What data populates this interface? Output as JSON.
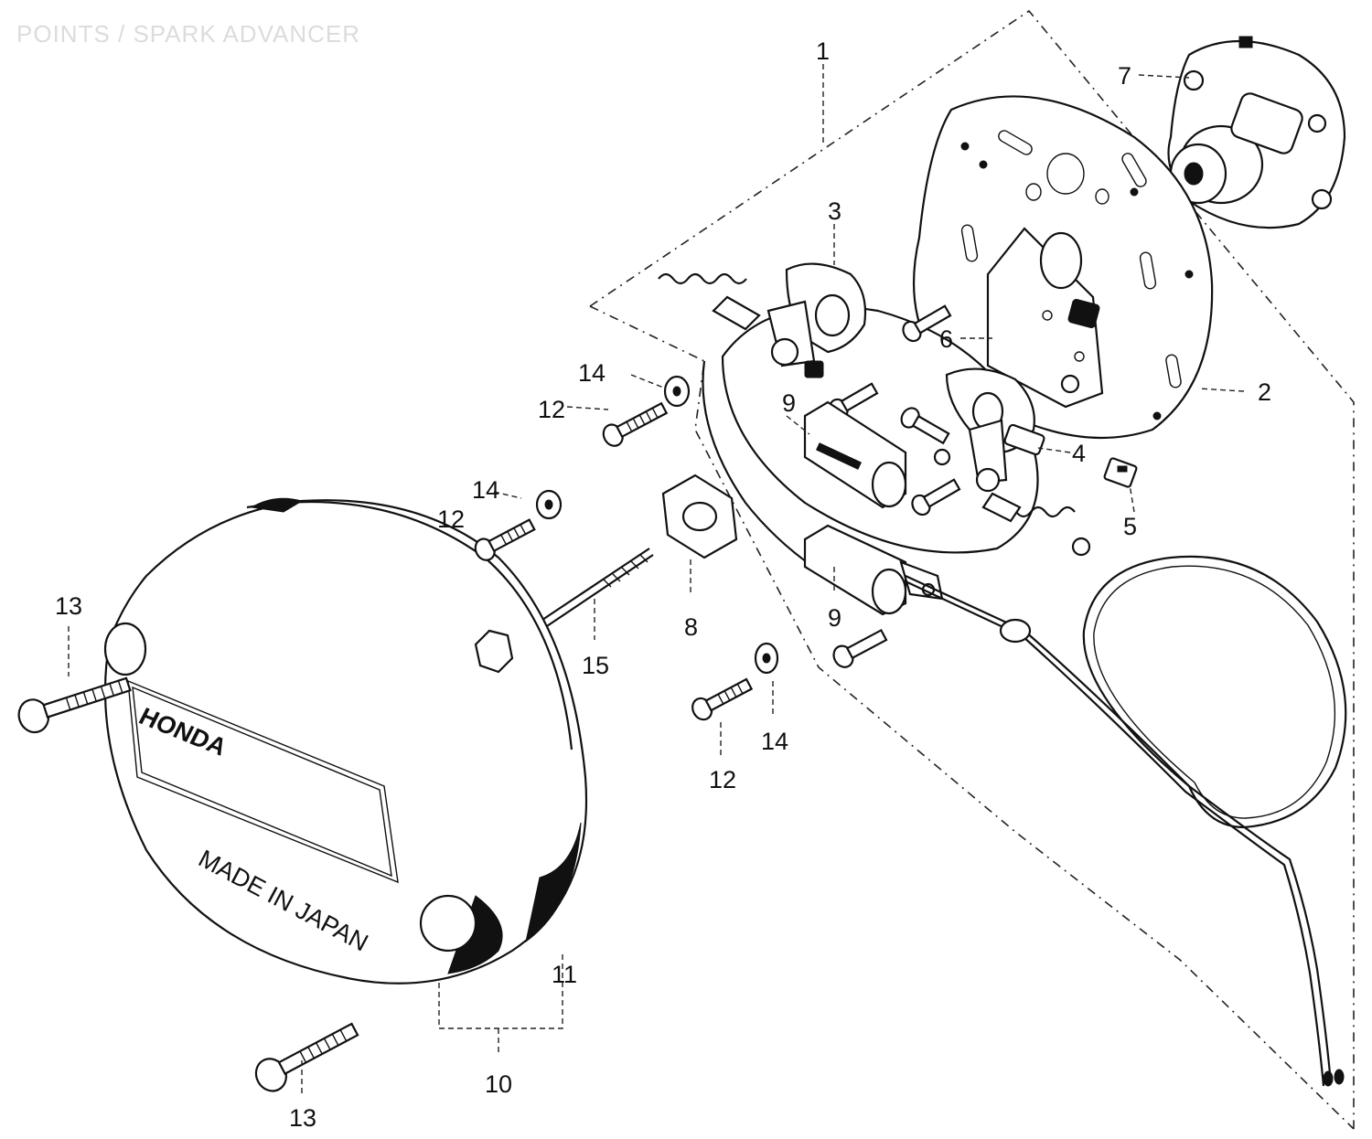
{
  "header": {
    "title": "POINTS / SPARK ADVANCER"
  },
  "cover": {
    "brand": "HONDA",
    "stamp": "MADE IN JAPAN"
  },
  "callouts": [
    {
      "id": "c1",
      "text": "1"
    },
    {
      "id": "c2",
      "text": "2"
    },
    {
      "id": "c3",
      "text": "3"
    },
    {
      "id": "c4",
      "text": "4"
    },
    {
      "id": "c5",
      "text": "5"
    },
    {
      "id": "c6",
      "text": "6"
    },
    {
      "id": "c7",
      "text": "7"
    },
    {
      "id": "c8",
      "text": "8"
    },
    {
      "id": "c9a",
      "text": "9"
    },
    {
      "id": "c9b",
      "text": "9"
    },
    {
      "id": "c10",
      "text": "10"
    },
    {
      "id": "c11",
      "text": "11"
    },
    {
      "id": "c12a",
      "text": "12"
    },
    {
      "id": "c12b",
      "text": "12"
    },
    {
      "id": "c12c",
      "text": "12"
    },
    {
      "id": "c13a",
      "text": "13"
    },
    {
      "id": "c13b",
      "text": "13"
    },
    {
      "id": "c14a",
      "text": "14"
    },
    {
      "id": "c14b",
      "text": "14"
    },
    {
      "id": "c14c",
      "text": "14"
    },
    {
      "id": "c15",
      "text": "15"
    }
  ]
}
